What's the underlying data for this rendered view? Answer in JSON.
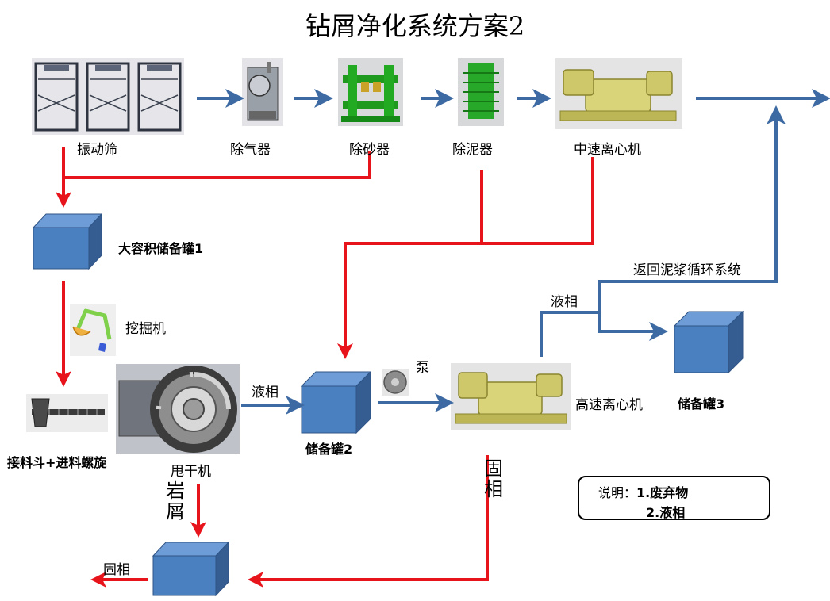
{
  "title": "钻屑净化系统方案2",
  "equipment": {
    "shaker": "振动筛",
    "degasser": "除气器",
    "desander": "除砂器",
    "desilter": "除泥器",
    "mid_centrifuge": "中速离心机",
    "tank1": "大容积储备罐1",
    "excavator": "挖掘机",
    "hopper_screw": "接料斗+进料螺旋",
    "dryer": "甩干机",
    "tank2": "储备罐2",
    "pump": "泵",
    "high_centrifuge": "高速离心机",
    "tank3": "储备罐3"
  },
  "flows": {
    "return_system": "返回泥浆循环系统",
    "liquid_1": "液相",
    "liquid_2": "液相",
    "solid_1": "固相",
    "solid_2": "固相",
    "cuttings": "岩屑"
  },
  "legend": {
    "prefix": "说明：",
    "item1": "1.废弃物",
    "item2": "2.液相"
  },
  "colors": {
    "waste": "#e8141b",
    "liquid": "#3d6aa3",
    "tank_front": "#4a7fc0",
    "tank_top": "#6e9cd6",
    "tank_side": "#355d92"
  }
}
